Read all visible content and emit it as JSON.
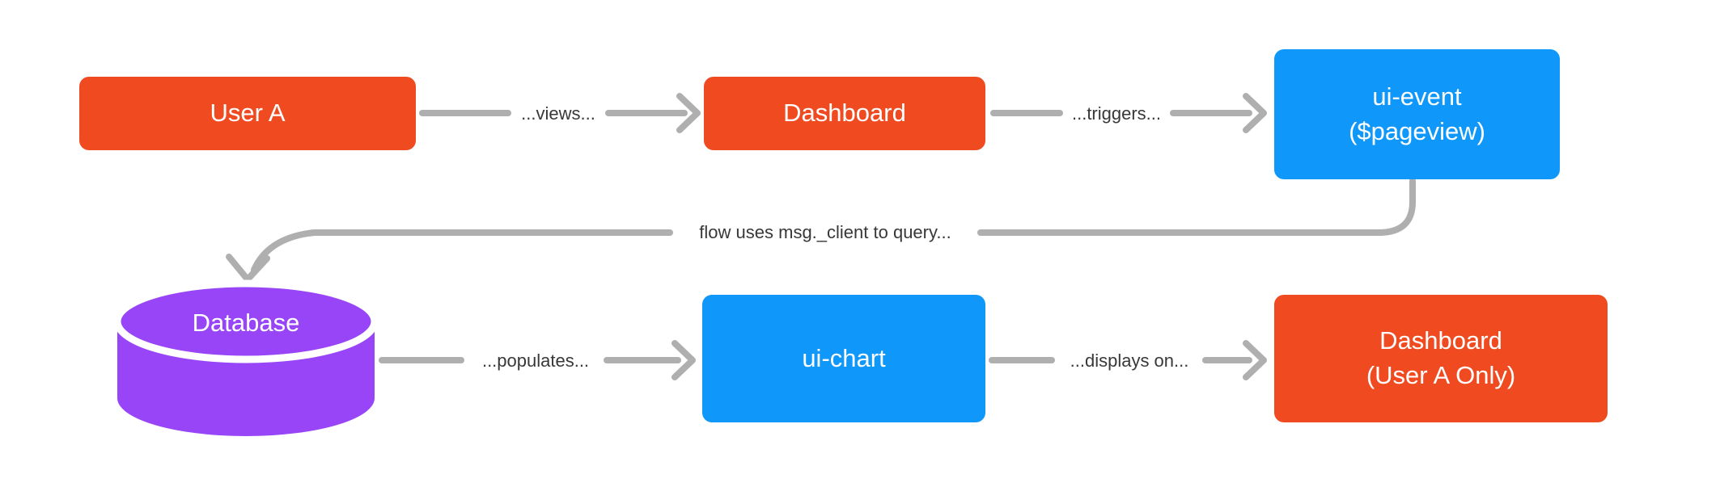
{
  "colors": {
    "orange": "#F04A21",
    "blue": "#0F97FA",
    "purple": "#9845F8",
    "arrow": "#AFAFAF",
    "label_text": "#383838",
    "node_text": "#FFFFFF",
    "canvas_bg": "#FFFFFF"
  },
  "nodes": {
    "user_a": {
      "label": "User A"
    },
    "dashboard_top": {
      "label": "Dashboard"
    },
    "ui_event": {
      "line1": "ui-event",
      "line2": "($pageview)"
    },
    "database": {
      "label": "Database"
    },
    "ui_chart": {
      "label": "ui-chart"
    },
    "dashboard_bottom": {
      "line1": "Dashboard",
      "line2": "(User A Only)"
    }
  },
  "edges": {
    "views": {
      "label": "...views..."
    },
    "triggers": {
      "label": "...triggers..."
    },
    "query": {
      "label": "flow uses msg._client to query..."
    },
    "populates": {
      "label": "...populates..."
    },
    "displays_on": {
      "label": "...displays on..."
    }
  }
}
